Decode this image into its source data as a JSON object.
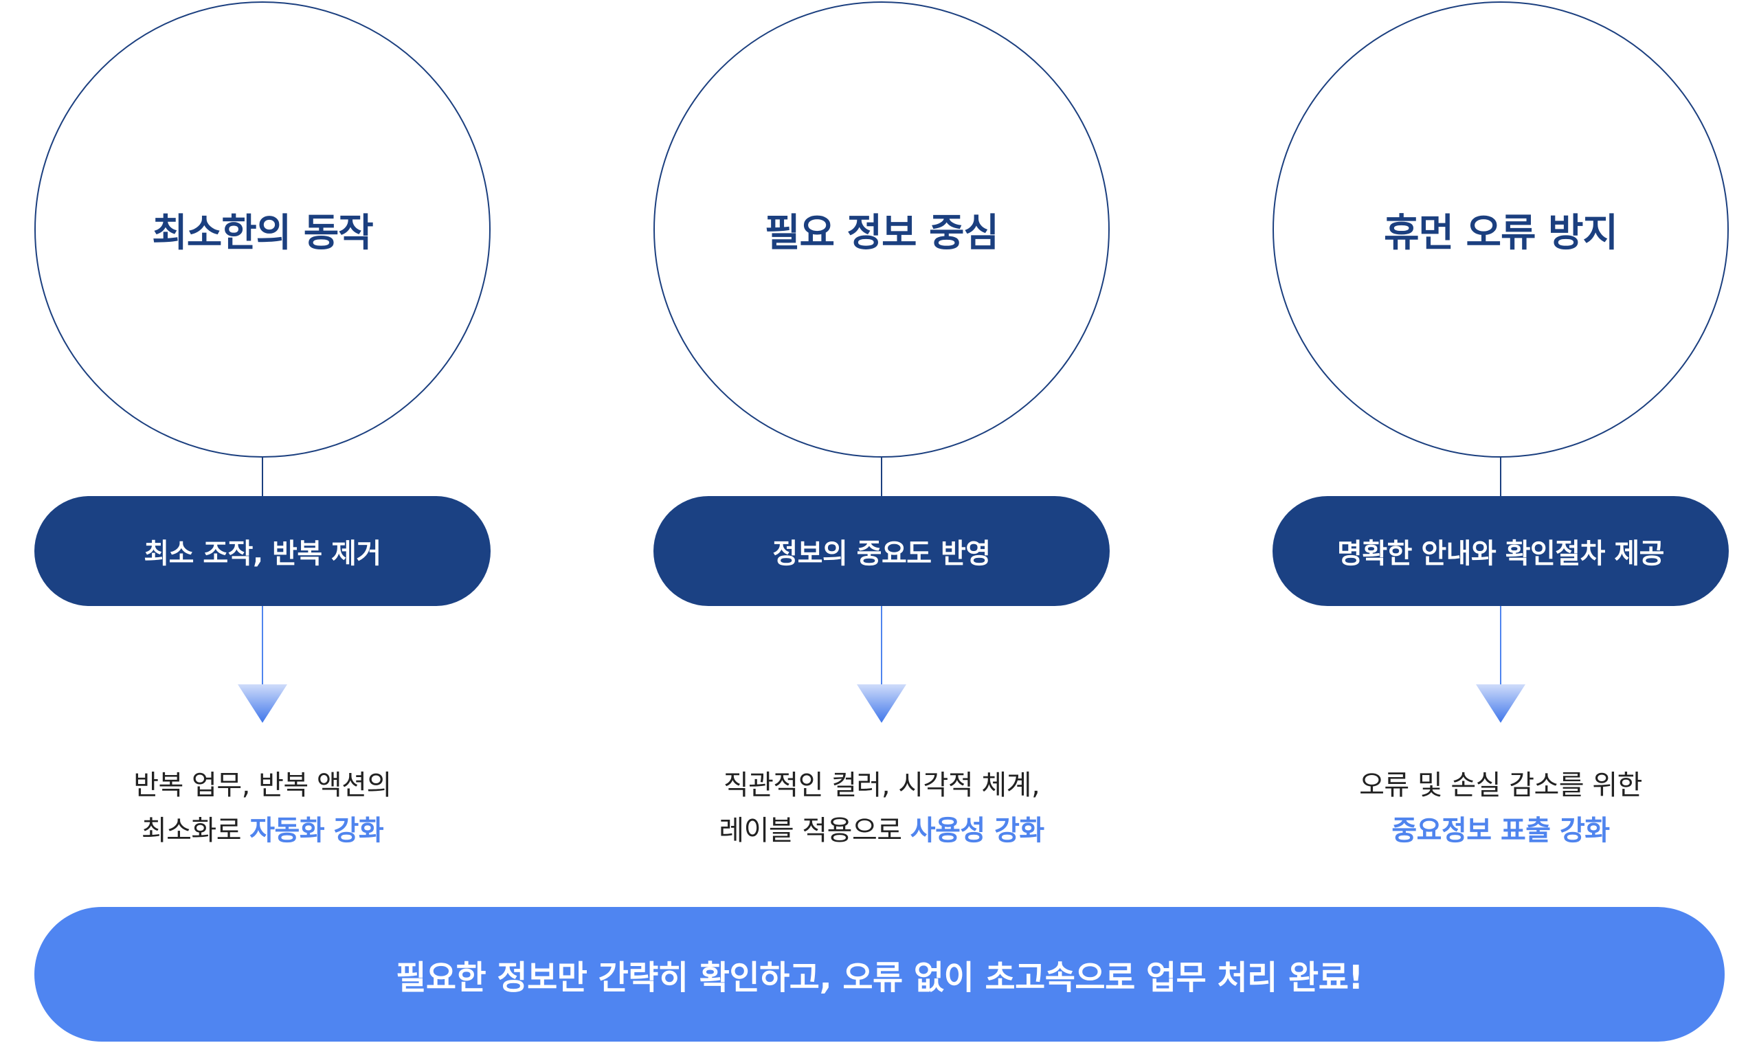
{
  "colors": {
    "navy": "#1b4183",
    "accent_blue": "#4f84ee",
    "banner_blue": "#4f85f1",
    "text_dark": "#222222"
  },
  "columns": [
    {
      "title": "최소한의 동작",
      "pill": "최소 조작, 반복 제거",
      "desc_line1": "반복 업무, 반복 액션의",
      "desc_line2_prefix": "최소화로 ",
      "desc_line2_highlight": "자동화 강화"
    },
    {
      "title": "필요 정보 중심",
      "pill": "정보의 중요도 반영",
      "desc_line1": "직관적인 컬러, 시각적 체계,",
      "desc_line2_prefix": "레이블 적용으로 ",
      "desc_line2_highlight": "사용성 강화"
    },
    {
      "title": "휴먼 오류 방지",
      "pill": "명확한 안내와 확인절차 제공",
      "desc_line1": "오류 및 손실 감소를 위한",
      "desc_line2_prefix": "",
      "desc_line2_highlight": "중요정보 표출 강화"
    }
  ],
  "banner": {
    "text": "필요한 정보만 간략히 확인하고, 오류 없이 초고속으로 업무 처리 완료!"
  }
}
